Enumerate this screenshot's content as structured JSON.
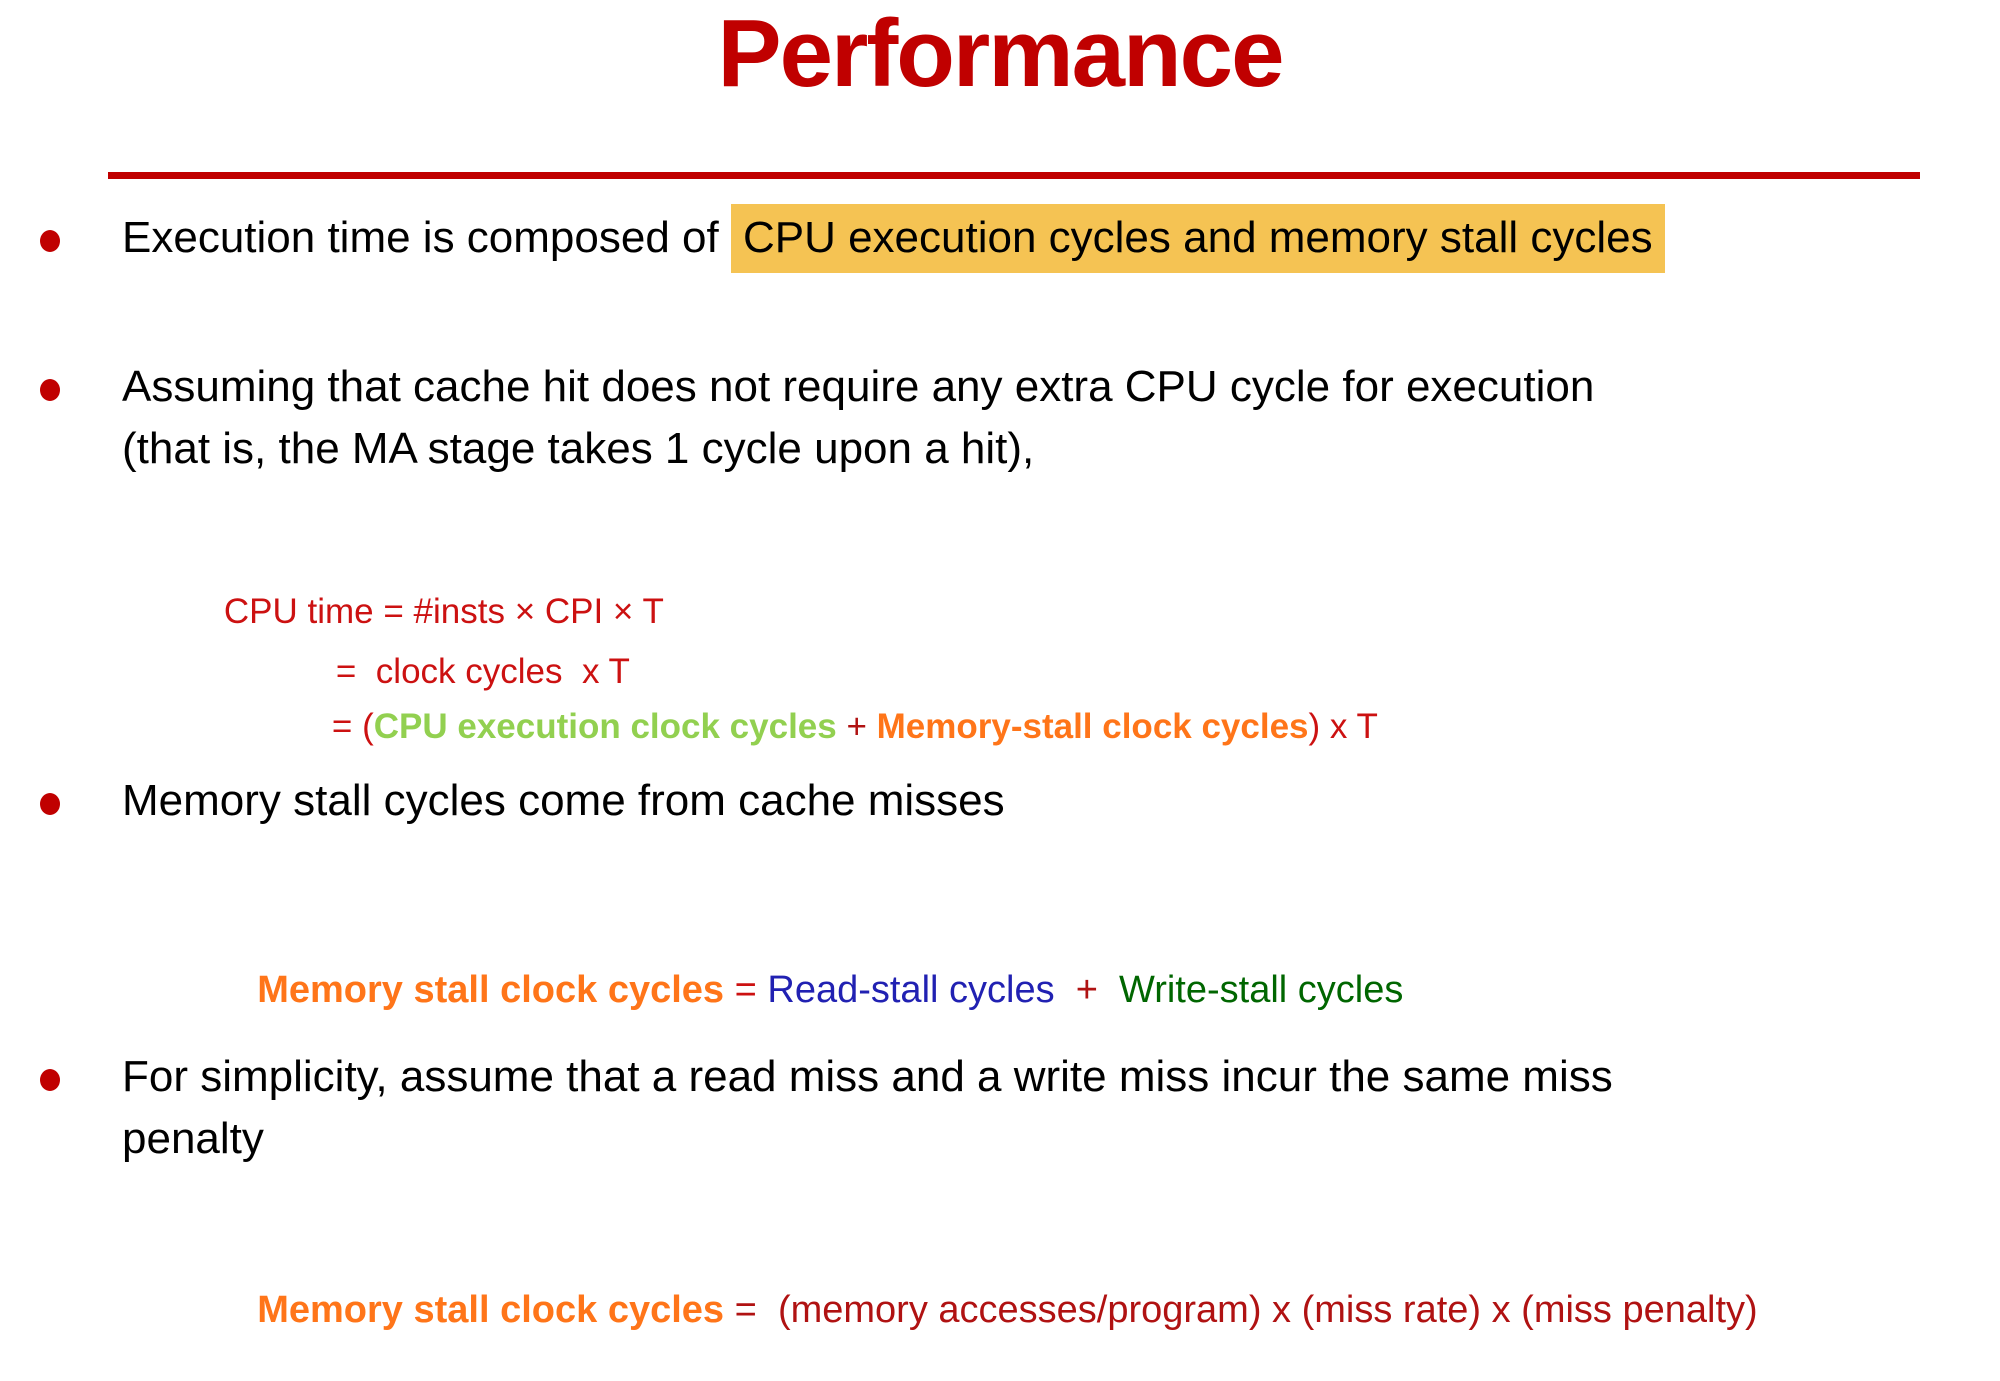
{
  "slide": {
    "title": "Performance",
    "colors": {
      "title_red": "#C00000",
      "formula_red": "#CC1111",
      "operator_red": "#B01212",
      "green": "#92D050",
      "orange": "#FF7519",
      "blue": "#2121B2",
      "dark_green": "#006600",
      "highlight_bg": "#F5C353",
      "body_black": "#000000"
    }
  },
  "bullets": {
    "b1": {
      "prefix": "Execution time is composed of ",
      "highlight": "CPU execution cycles and memory stall cycles"
    },
    "b2": {
      "line1": "Assuming that cache hit does not require any extra CPU cycle for execution",
      "line2": "(that is, the MA stage takes 1 cycle upon a hit),"
    },
    "b3": {
      "line1": "Memory stall cycles come from cache misses"
    },
    "b4": {
      "line1": "For simplicity, assume that a read miss and a write miss incur the same miss",
      "line2": "penalty"
    }
  },
  "formulas": {
    "cpu_time": {
      "line1": "CPU time = #insts × CPI × T",
      "line2": "=  clock cycles  x T",
      "line3_open": "= (",
      "line3_green": "CPU execution clock cycles",
      "line3_plus": " + ",
      "line3_orange": "Memory-stall clock cycles",
      "line3_close": ") x T"
    },
    "mem_stall_sum": {
      "lhs": "Memory stall clock cycles",
      "eq": " = ",
      "read": "Read-stall cycles",
      "plus": "  +  ",
      "write": "Write-stall cycles"
    },
    "mem_stall_product": {
      "lhs": "Memory stall clock cycles",
      "eq": " =  ",
      "rhs": "(memory accesses/program) x (miss rate) x (miss penalty)"
    }
  }
}
